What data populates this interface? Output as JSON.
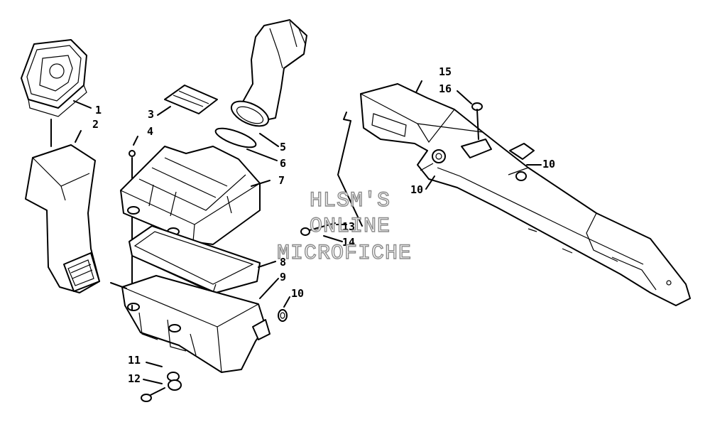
{
  "watermark": {
    "line1": "HLSM'S",
    "line2": "ONLINE",
    "line3": "MICROFICHE"
  },
  "callouts": [
    {
      "label": "1"
    },
    {
      "label": "2"
    },
    {
      "label": "3"
    },
    {
      "label": "4"
    },
    {
      "label": "5"
    },
    {
      "label": "6"
    },
    {
      "label": "7"
    },
    {
      "label": "8"
    },
    {
      "label": "9"
    },
    {
      "label": "10"
    },
    {
      "label": "11"
    },
    {
      "label": "12"
    },
    {
      "label": "13"
    },
    {
      "label": "14"
    },
    {
      "label": "15"
    },
    {
      "label": "16"
    },
    {
      "label": "10"
    },
    {
      "label": "10"
    }
  ]
}
